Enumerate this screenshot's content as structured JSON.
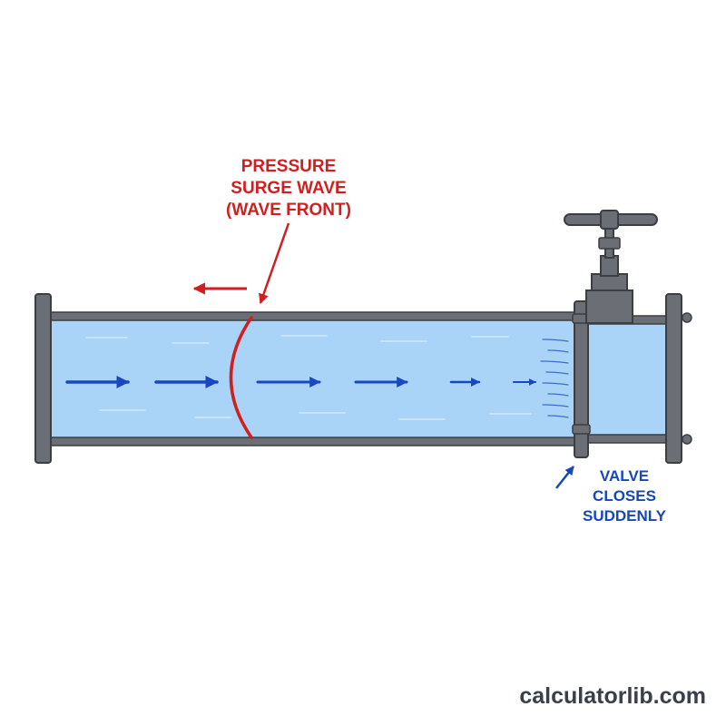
{
  "labels": {
    "surge_line1": "PRESSURE",
    "surge_line2": "SURGE WAVE",
    "surge_line3": "(WAVE FRONT)",
    "valve_line1": "VALVE",
    "valve_line2": "CLOSES",
    "valve_line3": "SUDDENLY"
  },
  "brand": "calculatorlib.com",
  "colors": {
    "pipe_wall": "#6b6f75",
    "water": "#a9d4f7",
    "flow_arrow": "#1947c2",
    "wave_front": "#d11f1f",
    "surge_text": "#d11f1f",
    "valve_text": "#1747b8"
  },
  "icons": [
    "flow-arrow-icon",
    "wave-direction-arrow-icon",
    "valve-handwheel-icon",
    "valve-pointer-arrow-icon"
  ]
}
